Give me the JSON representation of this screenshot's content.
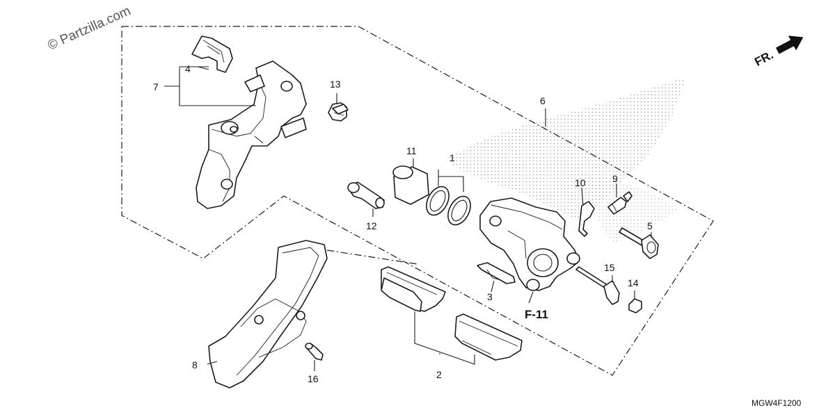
{
  "watermark": "© Partzilla.com",
  "front_indicator": "FR.",
  "diagram_code": "MGW4F1200",
  "reference_label": "F-11",
  "callouts": {
    "c1": "1",
    "c2": "2",
    "c3": "3",
    "c4": "4",
    "c5": "5",
    "c6": "6",
    "c7": "7",
    "c8": "8",
    "c9": "9",
    "c10": "10",
    "c11": "11",
    "c12": "12",
    "c13": "13",
    "c14": "14",
    "c15": "15",
    "c16": "16"
  },
  "colors": {
    "line": "#1a1a1a",
    "dots": "#9a9a9a",
    "background": "#ffffff"
  },
  "icons": [
    "front-arrow-icon"
  ]
}
